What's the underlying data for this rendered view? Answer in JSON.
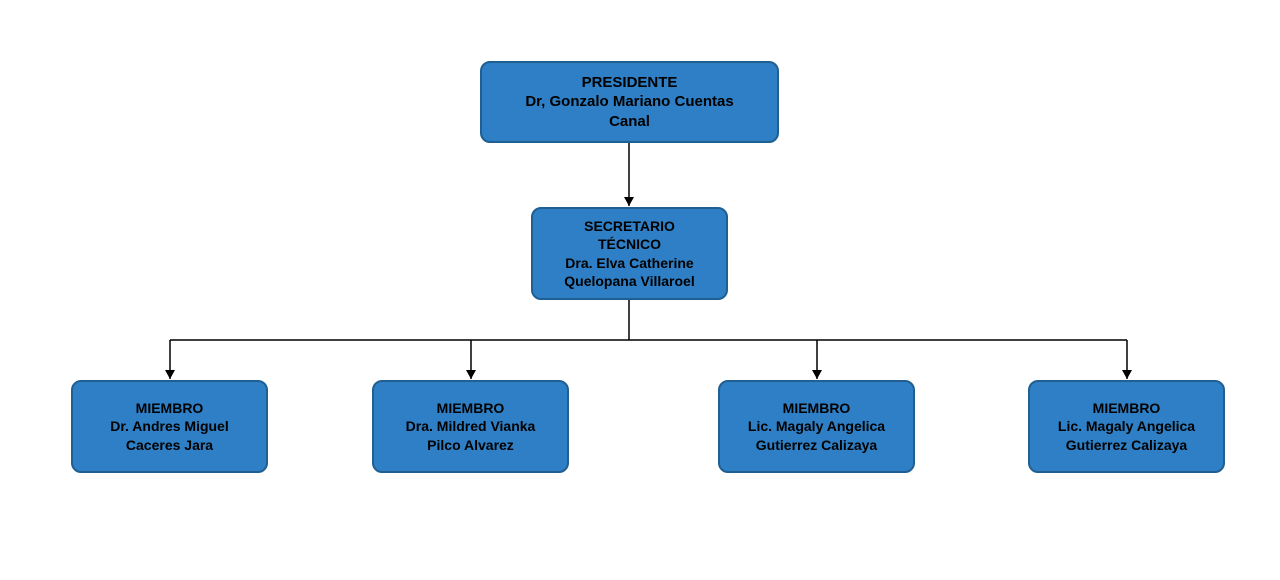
{
  "colors": {
    "node_fill": "#2e7fc5",
    "node_border": "#1f5f92",
    "connector": "#000000",
    "text": "#000000"
  },
  "president": {
    "role": "PRESIDENTE",
    "name_line_1": "Dr, Gonzalo Mariano Cuentas",
    "name_line_2": "Canal"
  },
  "secretary": {
    "role_line_1": "SECRETARIO",
    "role_line_2": "TÉCNICO",
    "name_line_1": "Dra. Elva Catherine",
    "name_line_2": "Quelopana Villaroel"
  },
  "members": [
    {
      "role": "MIEMBRO",
      "name_line_1": "Dr. Andres Miguel",
      "name_line_2": "Caceres Jara"
    },
    {
      "role": "MIEMBRO",
      "name_line_1": "Dra. Mildred Vianka",
      "name_line_2": "Pilco Alvarez"
    },
    {
      "role": "MIEMBRO",
      "name_line_1": "Lic. Magaly Angelica",
      "name_line_2": "Gutierrez Calizaya"
    },
    {
      "role": "MIEMBRO",
      "name_line_1": "Lic. Magaly Angelica",
      "name_line_2": "Gutierrez Calizaya"
    }
  ]
}
